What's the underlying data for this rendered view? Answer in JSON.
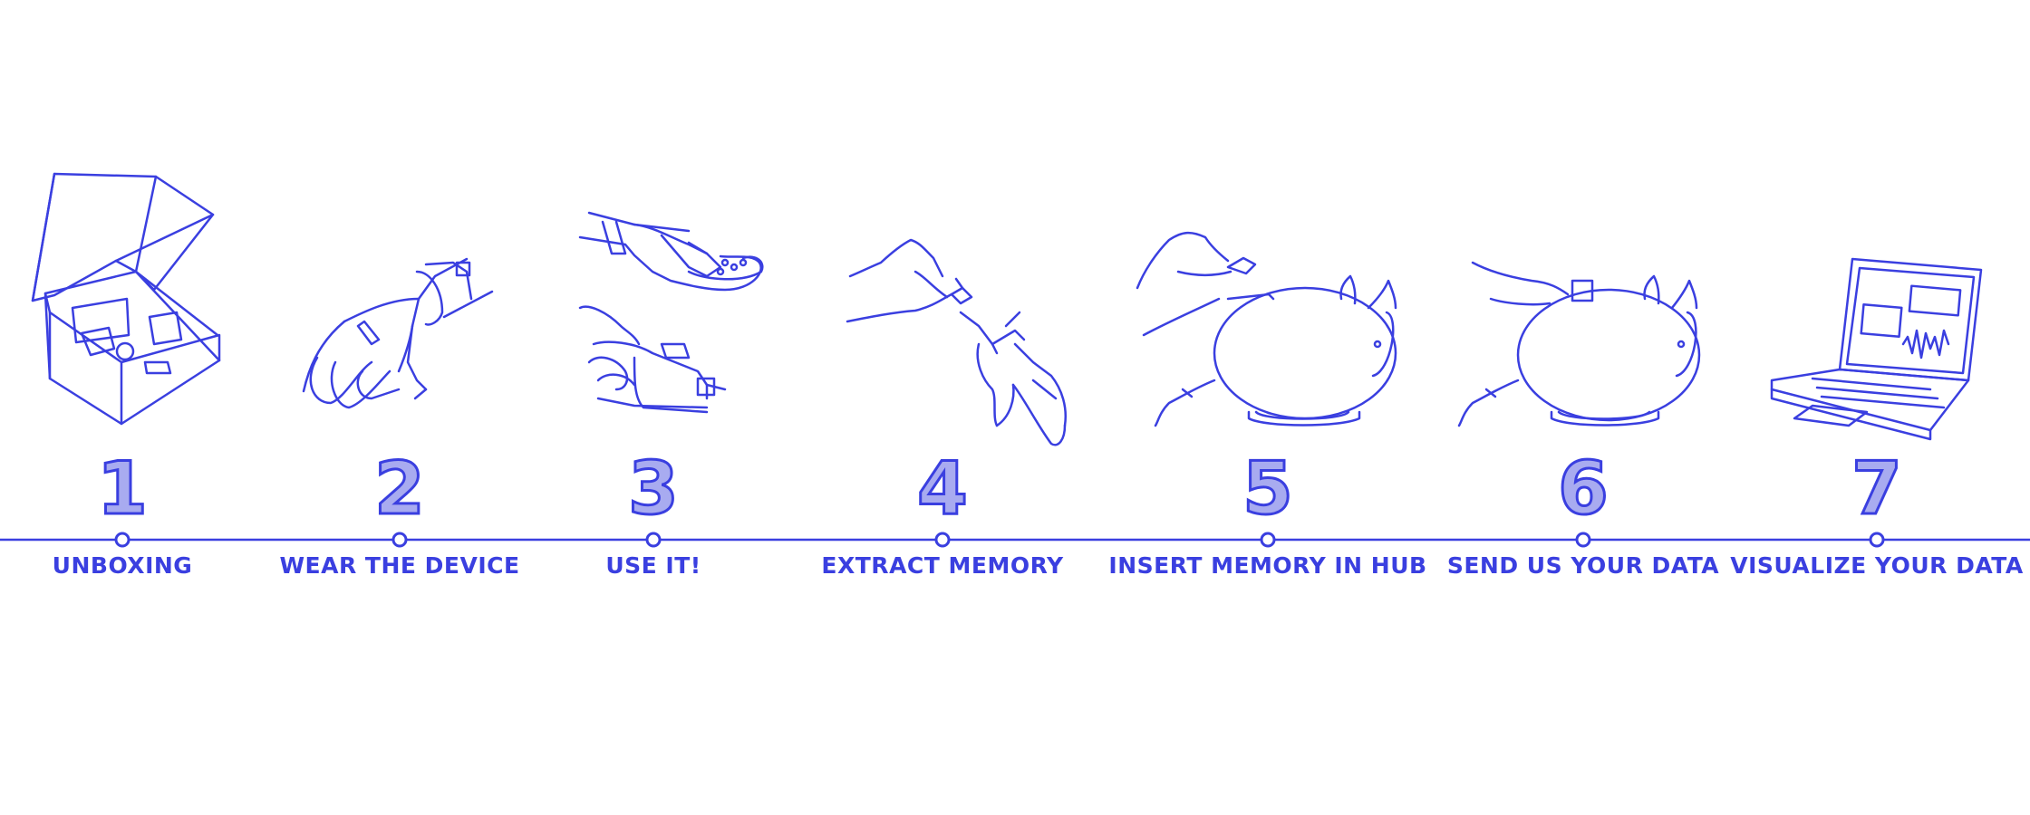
{
  "colors": {
    "accent": "#3a3fe0",
    "fill": "#a8abf0",
    "background": "#ffffff"
  },
  "steps": [
    {
      "number": "1",
      "label": "UNBOXING",
      "icon": "box-icon"
    },
    {
      "number": "2",
      "label": "WEAR THE DEVICE",
      "icon": "hand-device-icon"
    },
    {
      "number": "3",
      "label": "USE IT!",
      "icon": "hands-using-icon"
    },
    {
      "number": "4",
      "label": "EXTRACT MEMORY",
      "icon": "extract-memory-icon"
    },
    {
      "number": "5",
      "label": "INSERT MEMORY IN HUB",
      "icon": "piggy-hub-insert-icon"
    },
    {
      "number": "6",
      "label": "SEND US YOUR DATA",
      "icon": "piggy-hub-send-icon"
    },
    {
      "number": "7",
      "label": "VISUALIZE YOUR DATA",
      "icon": "laptop-icon"
    }
  ]
}
